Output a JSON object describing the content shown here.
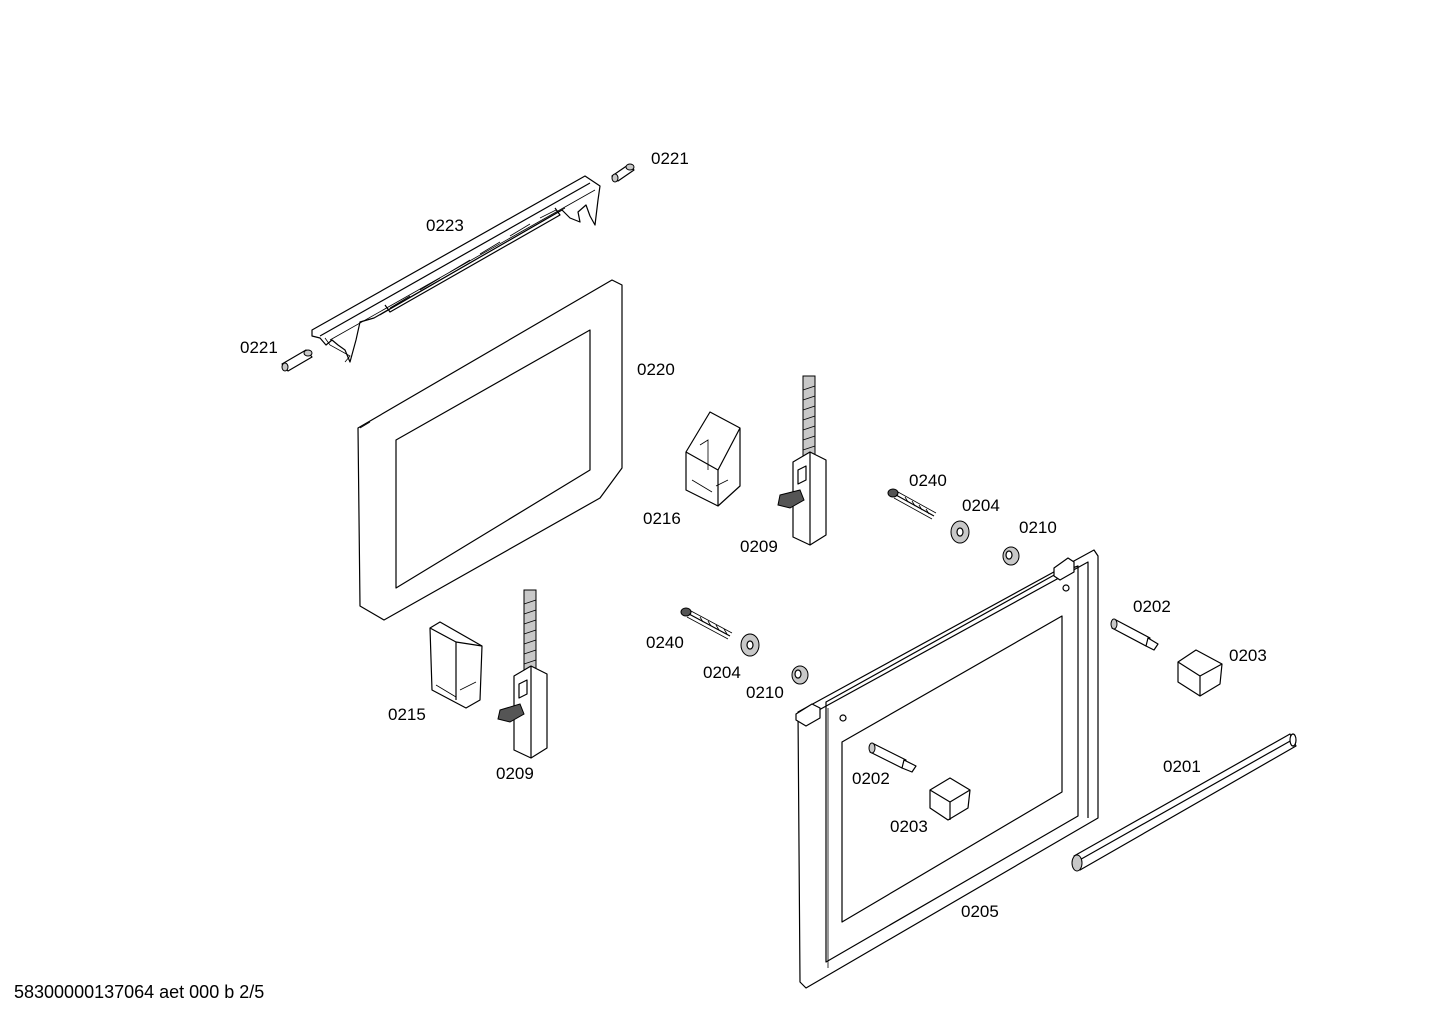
{
  "diagram": {
    "footer_text": "58300000137064 aet 000 b 2/5",
    "labels": {
      "l0221a": "0221",
      "l0223": "0223",
      "l0221b": "0221",
      "l0220": "0220",
      "l0216": "0216",
      "l0209a": "0209",
      "l0240a": "0240",
      "l0204a": "0204",
      "l0210a": "0210",
      "l0202a": "0202",
      "l0203a": "0203",
      "l0240b": "0240",
      "l0204b": "0204",
      "l0210b": "0210",
      "l0215": "0215",
      "l0209b": "0209",
      "l0201": "0201",
      "l0202b": "0202",
      "l0203b": "0203",
      "l0205": "0205"
    }
  }
}
